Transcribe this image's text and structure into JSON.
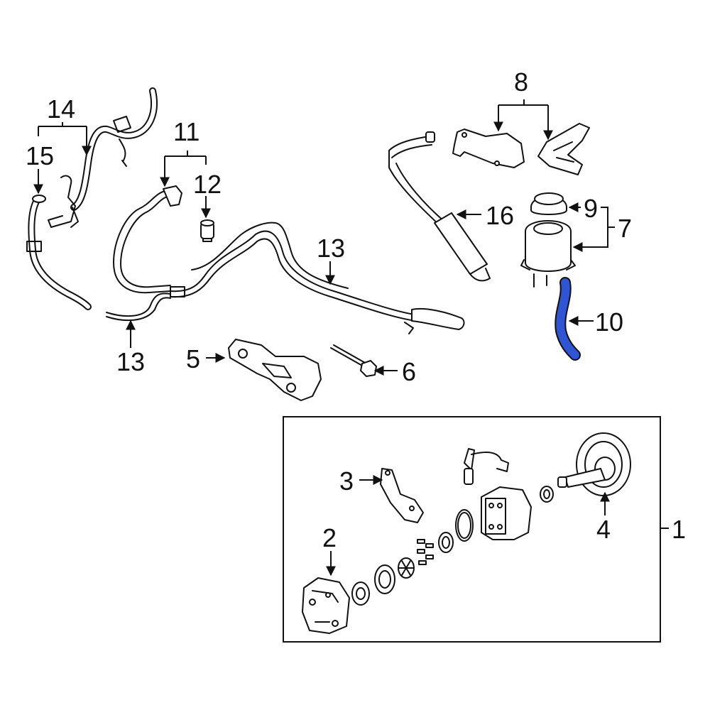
{
  "callouts": {
    "c1": "1",
    "c2": "2",
    "c3": "3",
    "c4": "4",
    "c5": "5",
    "c6": "6",
    "c7": "7",
    "c8": "8",
    "c9": "9",
    "c10": "10",
    "c11": "11",
    "c12": "12",
    "c13_top": "13",
    "c13_bottom": "13",
    "c14": "14",
    "c15": "15",
    "c16": "16"
  },
  "colors": {
    "highlight": "#2f55d4",
    "line": "#111111",
    "background": "#ffffff"
  }
}
